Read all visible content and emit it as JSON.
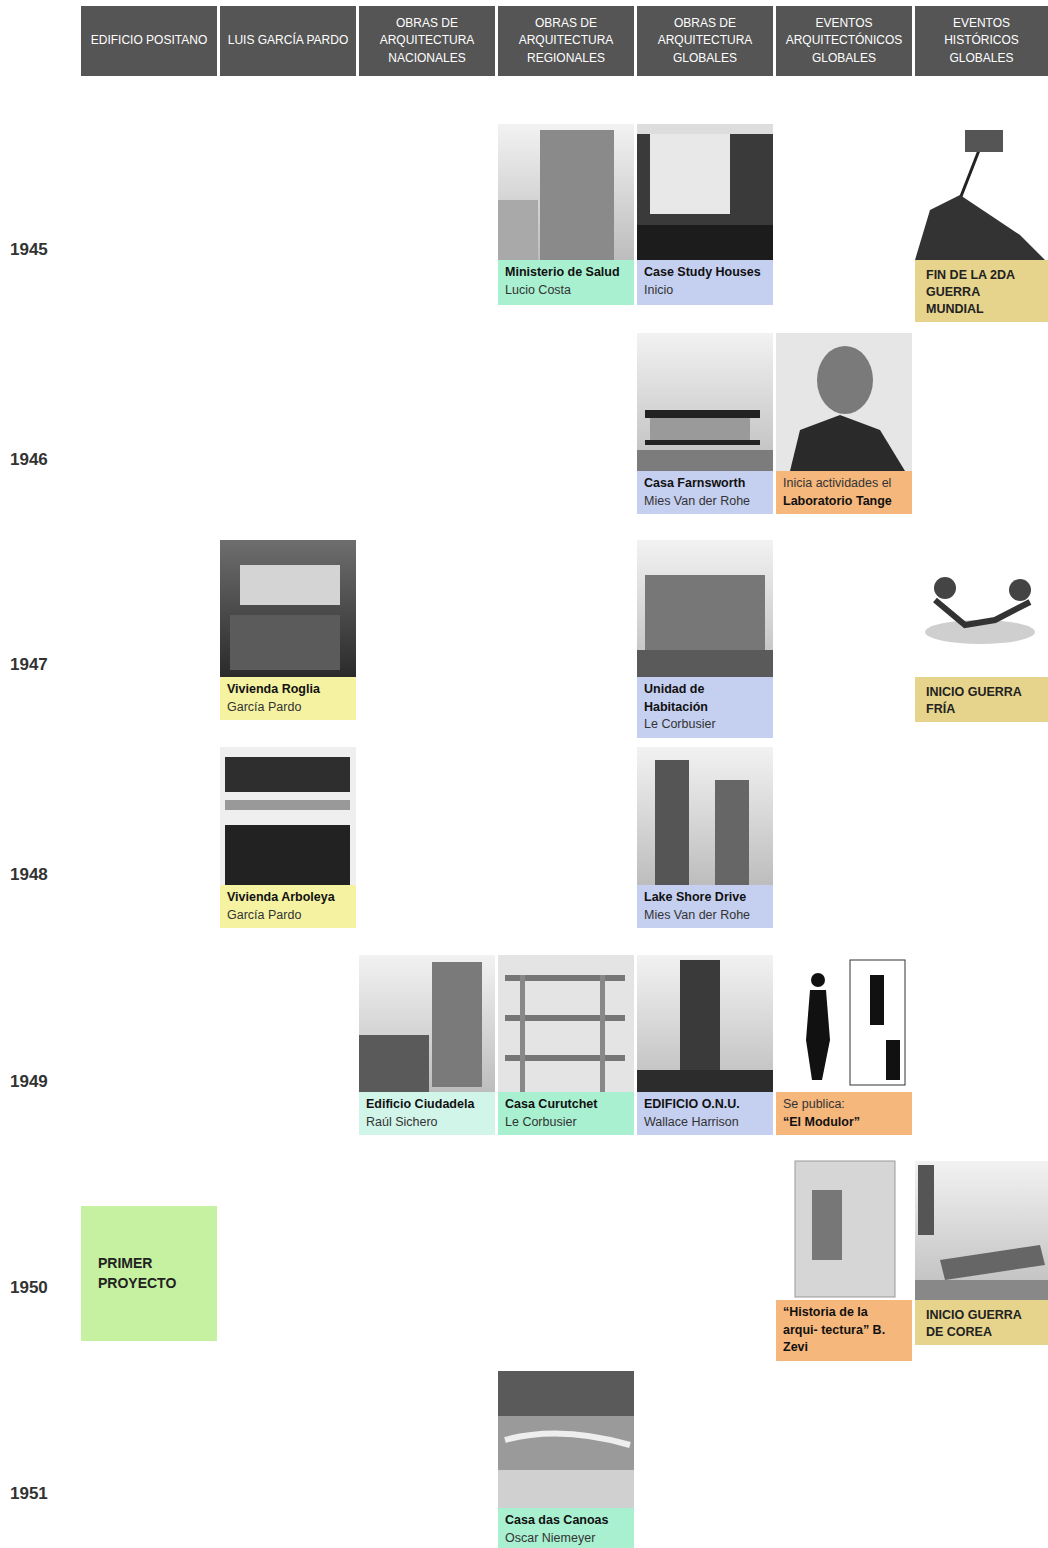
{
  "diagram": {
    "nodes": [
      {
        "text": [
          "EDIFICIO POSITANO"
        ]
      },
      {
        "text": [
          "LUIS GARCÍA PARDO"
        ]
      },
      {
        "text": [
          "OBRAS DE ARQUITECTURA NACIONALES"
        ]
      },
      {
        "text": [
          "OBRAS DE ARQUITECTURA REGIONALES"
        ]
      },
      {
        "text": [
          "OBRAS DE ARQUITECTURA GLOBALES"
        ]
      },
      {
        "text": [
          "EVENTOS ARQUITECTÓNICOS GLOBALES"
        ]
      },
      {
        "text": [
          "EVENTOS HISTÓRICOS GLOBALES"
        ]
      },
      {
        "text": [
          "Ministerio de Salud",
          "Lucio Costa"
        ]
      },
      {
        "text": [
          "Case Study Houses",
          "Inicio"
        ]
      },
      {
        "text": [
          "FIN DE LA 2DA GUERRA MUNDIAL"
        ]
      },
      {
        "text": [
          "Casa Farnsworth",
          "Mies Van der Rohe"
        ]
      },
      {
        "text": [
          "Inicia actividades el",
          "Laboratorio Tange"
        ]
      },
      {
        "text": [
          "Vivienda Roglia",
          "García Pardo"
        ]
      },
      {
        "text": [
          "Unidad de Habitación",
          "Le Corbusier"
        ]
      },
      {
        "text": [
          "INICIO GUERRA FRÍA"
        ]
      },
      {
        "text": [
          "Vivienda Arboleya",
          "García Pardo"
        ]
      },
      {
        "text": [
          "Lake Shore Drive",
          "Mies Van der Rohe"
        ]
      },
      {
        "text": [
          "Edificio Ciudadela",
          "Raúl Sichero"
        ]
      },
      {
        "text": [
          "Casa Curutchet",
          "Le Corbusier"
        ]
      },
      {
        "text": [
          "EDIFICIO O.N.U.",
          "Wallace Harrison"
        ]
      },
      {
        "text": [
          "Se publica:",
          "“El Modulor”"
        ]
      },
      {
        "text": [
          "PRIMER PROYECTO"
        ]
      },
      {
        "text": [
          "“Historia de la arqui- tectura” B. Zevi"
        ]
      },
      {
        "text": [
          "INICIO GUERRA DE COREA"
        ]
      },
      {
        "text": [
          "Casa das Canoas",
          "Oscar Niemeyer"
        ]
      }
    ],
    "labels": [
      "1945",
      "1946",
      "1947",
      "1948",
      "1949",
      "1950",
      "1951"
    ]
  }
}
